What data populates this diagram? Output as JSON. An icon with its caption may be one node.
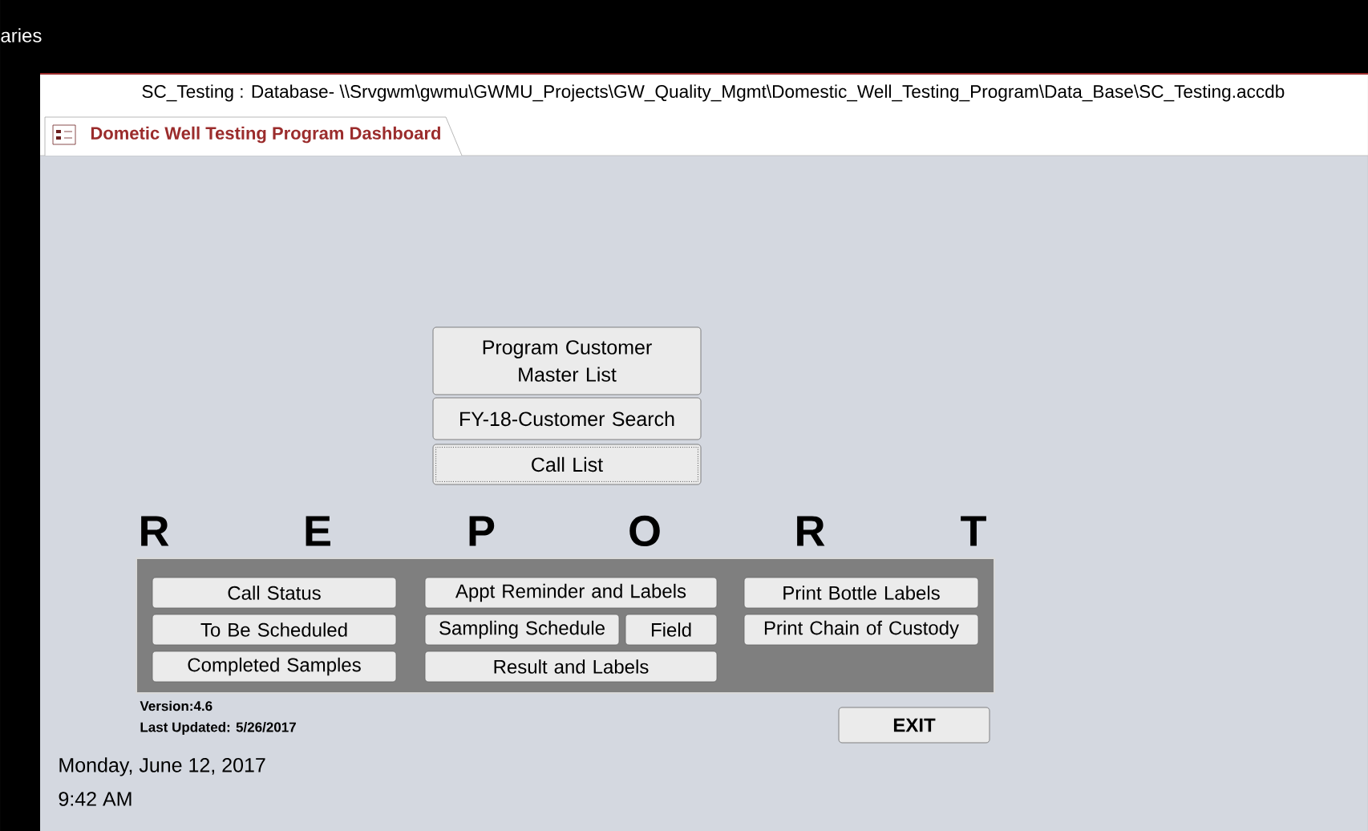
{
  "diagram": {
    "title": "Dometic Well Testing Program Dashboard",
    "nodes": [
      {
        "text": [
          "Program Customer Master List"
        ]
      },
      {
        "text": [
          "FY-18-Customer Search"
        ]
      },
      {
        "text": [
          "Call List"
        ]
      },
      {
        "text": [],
        "shape": "box"
      },
      {
        "text": [
          "Call Status"
        ],
        "in": 3
      },
      {
        "text": [
          "Appt Reminder and Labels"
        ],
        "in": 3
      },
      {
        "text": [
          "Print Bottle Labels"
        ],
        "in": 3
      },
      {
        "text": [
          "To Be Scheduled"
        ],
        "in": 3
      },
      {
        "text": [
          "Sampling Schedule"
        ],
        "in": 3
      },
      {
        "text": [
          "Field"
        ],
        "in": 3
      },
      {
        "text": [
          "Print Chain of Custody"
        ],
        "in": 3
      },
      {
        "text": [
          "Completed Samples"
        ],
        "in": 3
      },
      {
        "text": [
          "Result and Labels"
        ],
        "in": 3
      },
      {
        "text": [
          "EXIT"
        ]
      }
    ],
    "labels": [
      "aries",
      "SC_Testing : Database- \\\\Srvgwm\\gwmu\\GWMU_Projects\\GW_Quality_Mgmt\\Domestic_Well_Testing_Program\\Data_Base\\SC_Testing.accdb",
      "R",
      "E",
      "P",
      "O",
      "R",
      "T",
      "Version:4.6",
      "Last Updated: 5/26/2017",
      "Monday, June 12, 2017",
      "9:42 AM"
    ]
  }
}
